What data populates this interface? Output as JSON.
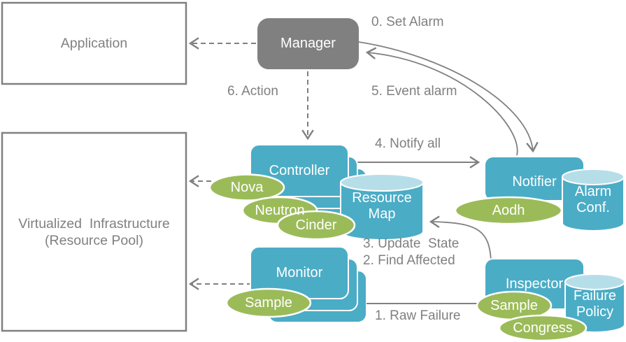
{
  "boxes": {
    "application": {
      "label": "Application"
    },
    "virtualized_infrastructure": {
      "line1": "Virtualized  Infrastructure",
      "line2": "(Resource Pool)"
    },
    "manager": {
      "label": "Manager"
    },
    "controller": {
      "label": "Controller"
    },
    "monitor": {
      "label": "Monitor"
    },
    "notifier": {
      "label": "Notifier"
    },
    "inspector": {
      "label": "Inspector"
    }
  },
  "datastores": {
    "resource_map": {
      "line1": "Resource",
      "line2": "Map"
    },
    "alarm_conf": {
      "line1": "Alarm",
      "line2": "Conf."
    },
    "failure_policy": {
      "line1": "Failure",
      "line2": "Policy"
    }
  },
  "plugins": {
    "nova": "Nova",
    "neutron": "Neutron",
    "cinder": "Cinder",
    "monitor_sample": "Sample",
    "aodh": "Aodh",
    "inspector_sample": "Sample",
    "congress": "Congress"
  },
  "steps": {
    "step0": "0. Set Alarm",
    "step1": "1. Raw Failure",
    "step2": "2. Find Affected",
    "step3": "3. Update  State",
    "step4": "4. Notify all",
    "step5": "5. Event alarm",
    "step6": "6. Action"
  },
  "colors": {
    "block_blue": "#4BACC6",
    "cylinder_top_blue": "#B6DEE8",
    "plugin_green": "#9BBB59",
    "manager_gray": "#808080",
    "line_gray": "#808080",
    "text_gray": "#808080",
    "shape_text_white": "#FFFFFF"
  }
}
